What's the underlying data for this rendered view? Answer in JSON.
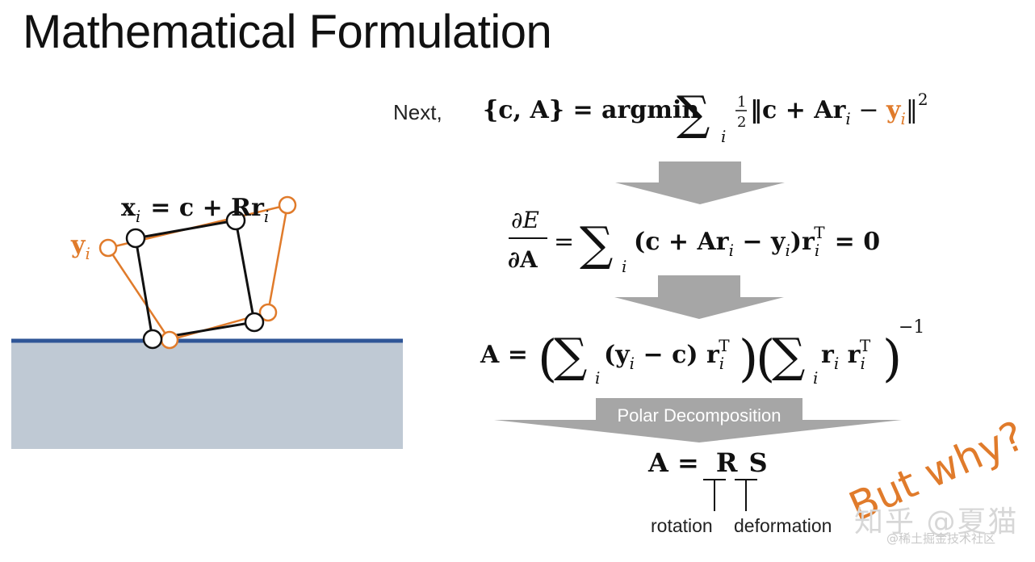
{
  "slide": {
    "title": "Mathematical Formulation",
    "next_label": "Next,",
    "step_label": "Polar Decomposition",
    "caption_rotation": "rotation",
    "caption_deformation": "deformation",
    "handwritten_note": "But why?",
    "watermark": "知乎 @夏猫",
    "watermark_small": "@稀土掘金技术社区"
  },
  "diagram": {
    "x_label": "x",
    "x_sub": "i",
    "x_rhs": "= c + Rr",
    "x_rhs_sub": "i",
    "y_label": "y",
    "y_sub": "i"
  },
  "equations": {
    "eq1": {
      "lhs": "{c, A} = argmin",
      "sum_sub": "i",
      "half": "1",
      "half_den": "2",
      "norm_open": "‖c + Ar",
      "r_sub": "i",
      "minus": " − ",
      "y": "y",
      "y_sub": "i",
      "norm_close": "‖",
      "power": "2"
    },
    "eq2": {
      "num": "∂E",
      "den": "∂A",
      "eq": "=",
      "sum_sub": "i",
      "body": "(c + Ar",
      "r_sub": "i",
      "body2": " − y",
      "y_sub": "i",
      "body3": ")r",
      "rt_sub": "i",
      "rt_sup": "T",
      "rhs": "= 0"
    },
    "eq3": {
      "lhs": "A =",
      "sum_sub1": "i",
      "t1": "(y",
      "y_sub": "i",
      "t2": " − c)  r",
      "r_sub1": "i",
      "r_sup1": "T",
      "sum_sub2": "i",
      "t3": "r",
      "r_sub2": "i",
      "t4": "  r",
      "r_sub3": "i",
      "r_sup3": "T",
      "inv": "−1"
    },
    "eq4": {
      "lhs": "A = ",
      "r": "R",
      "s": "S"
    }
  },
  "colors": {
    "accent_orange": "#e07b2b",
    "arrow_gray": "#a6a6a6",
    "ground_fill": "#bfc9d4",
    "ground_line": "#2f5597"
  }
}
